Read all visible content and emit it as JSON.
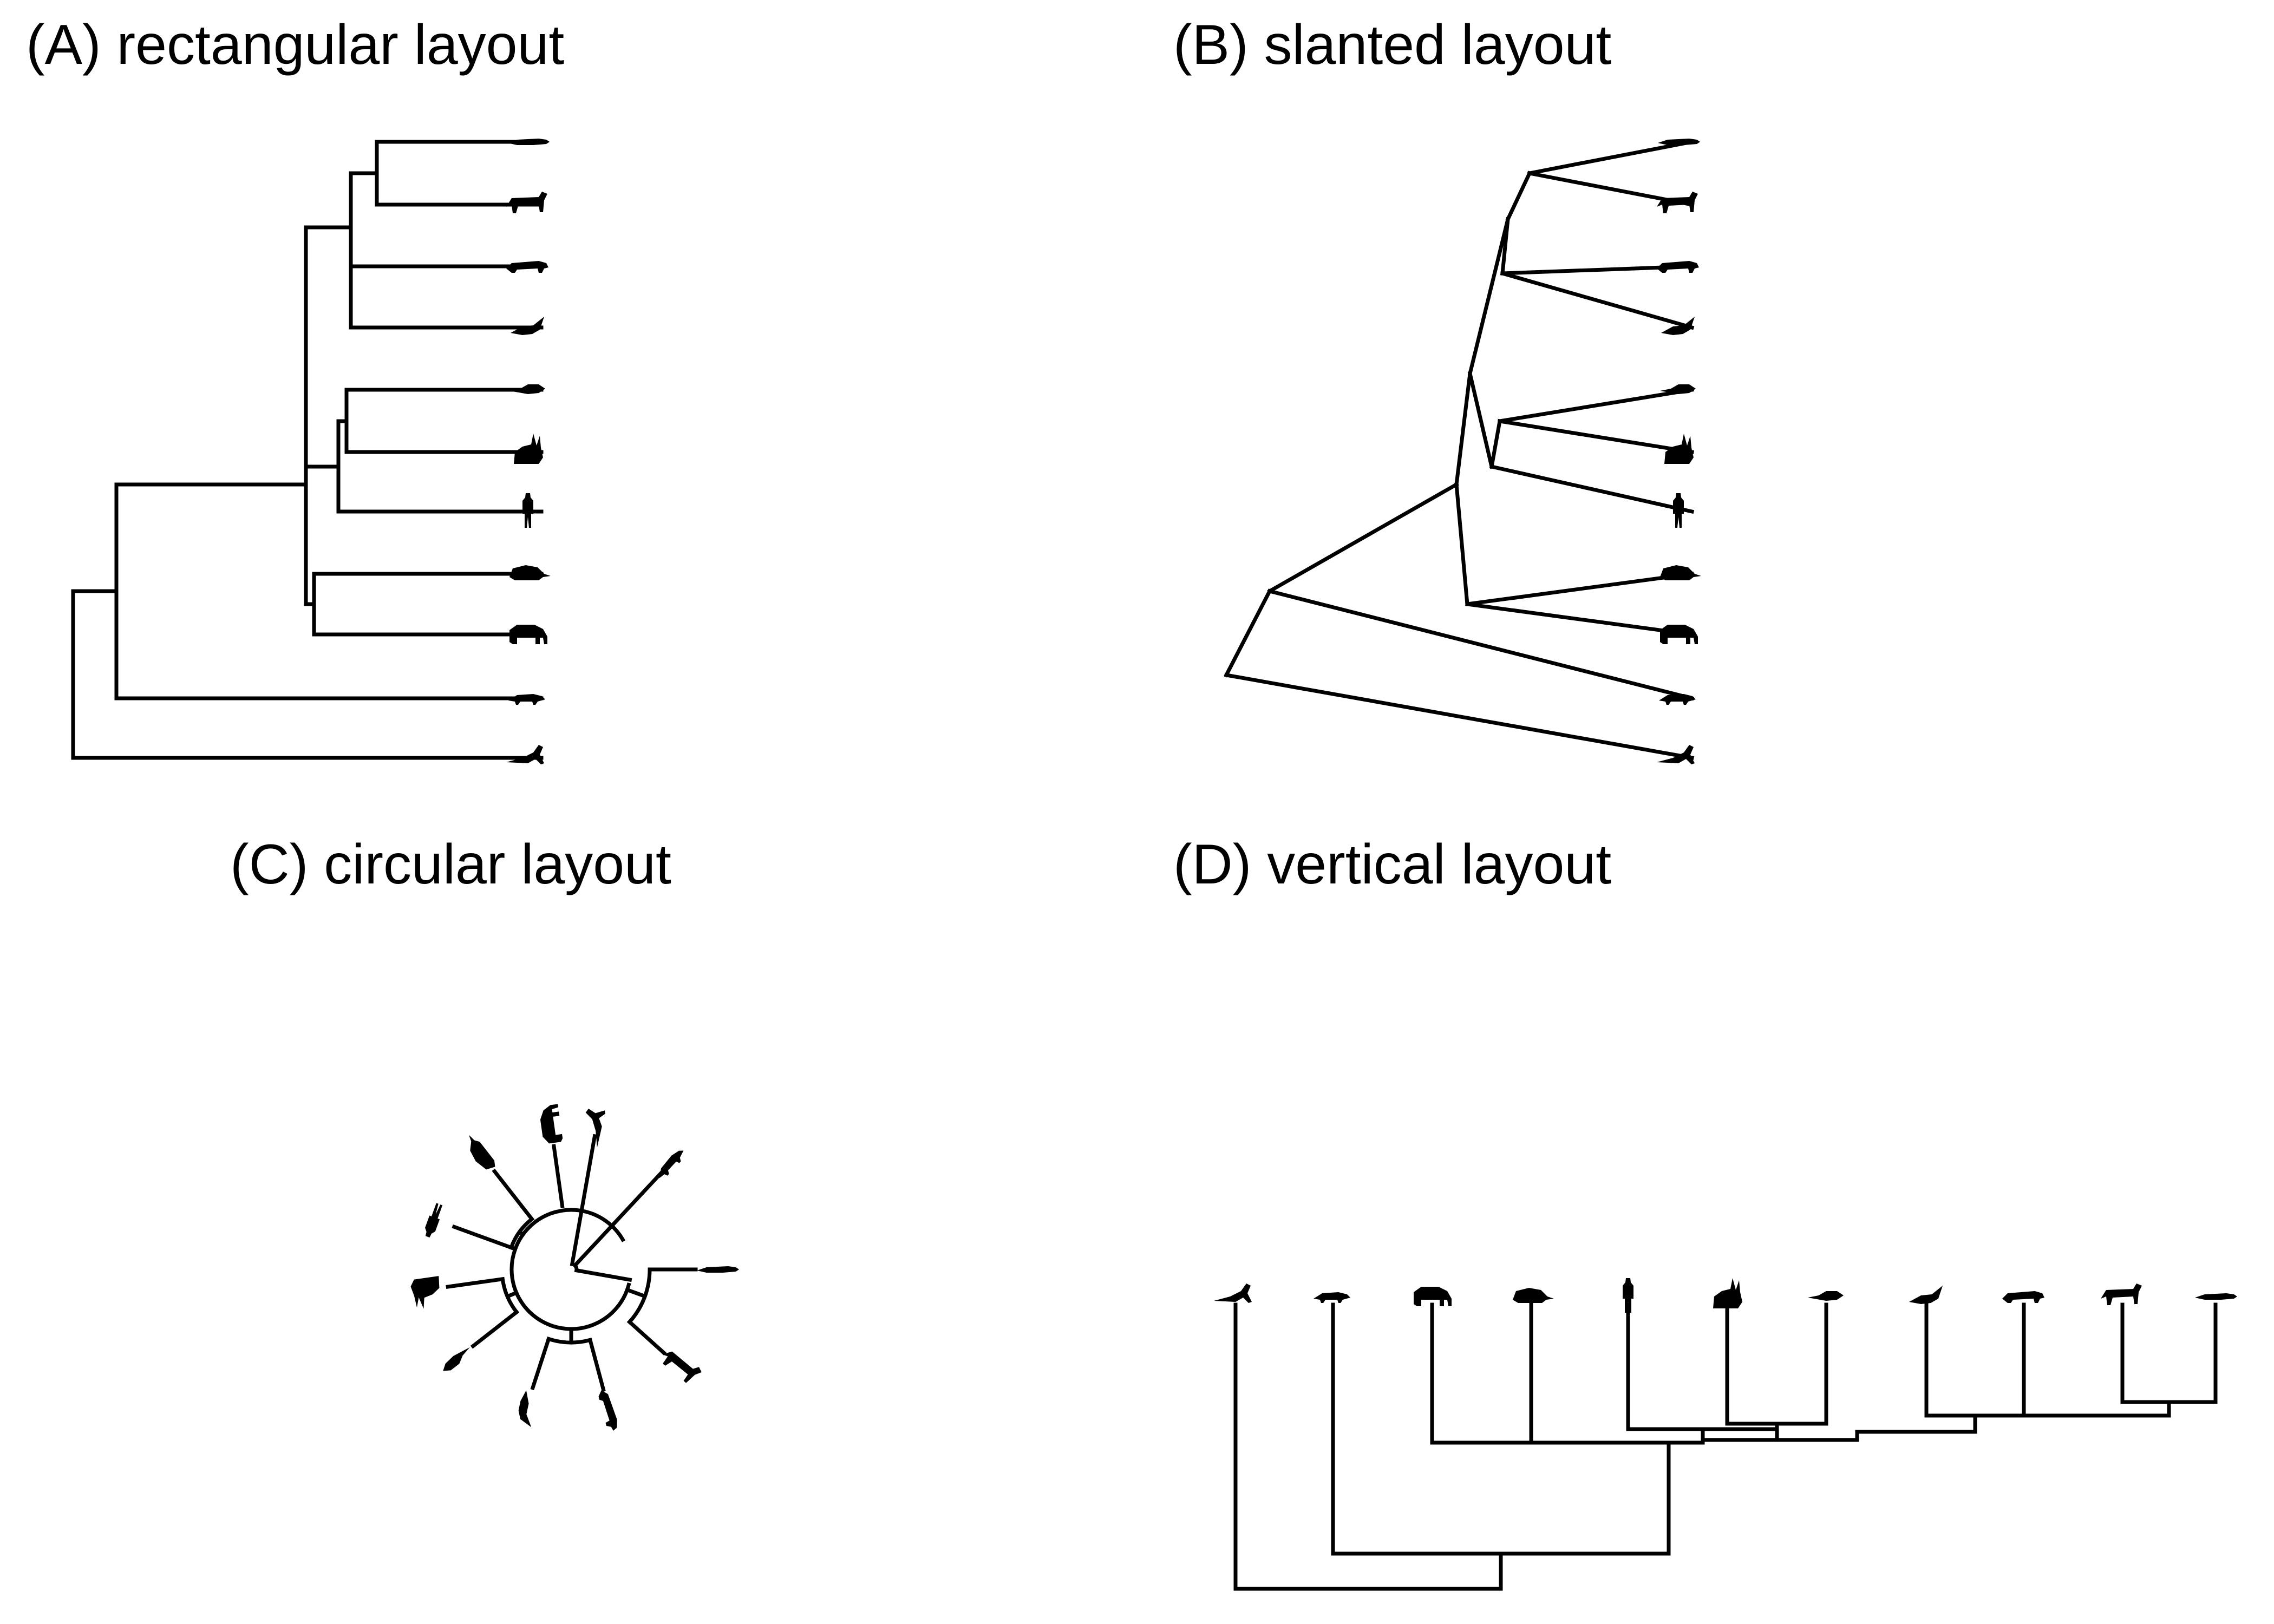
{
  "panels": {
    "a": {
      "title": "(A) rectangular layout"
    },
    "b": {
      "title": "(B) slanted layout"
    },
    "c": {
      "title": "(C) circular layout"
    },
    "d": {
      "title": "(D) vertical layout"
    }
  },
  "tree": {
    "tips": [
      "platypus-silhouette",
      "horse-silhouette",
      "civet-silhouette",
      "bat-silhouette",
      "rat-silhouette",
      "rabbit-silhouette",
      "human-silhouette",
      "armadillo-silhouette",
      "elephant-silhouette",
      "opossum-silhouette",
      "kangaroo-silhouette"
    ],
    "line_color": "#000000"
  }
}
